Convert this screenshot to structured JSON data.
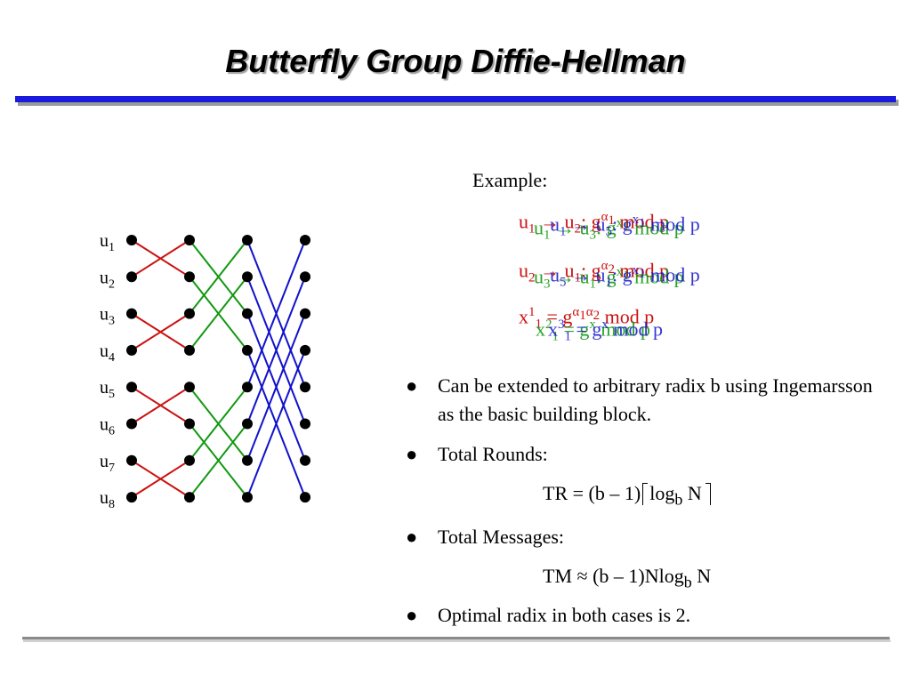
{
  "title": "Butterfly Group Diffie-Hellman",
  "colors": {
    "title_bar": "#1a1adc",
    "stage1": "#cc1111",
    "stage2": "#119911",
    "stage3": "#1111cc",
    "footer_line": "#8a8a8a"
  },
  "diagram": {
    "users": [
      "u",
      "u",
      "u",
      "u",
      "u",
      "u",
      "u",
      "u"
    ],
    "user_indices": [
      "1",
      "2",
      "3",
      "4",
      "5",
      "6",
      "7",
      "8"
    ]
  },
  "example": {
    "label": "Example:",
    "red_lines": [
      {
        "text": "u",
        "sub": "1",
        "arrow": "→",
        "target": "u",
        "target_sub": "2",
        "rest": ": g",
        "sup": "α",
        "sup_sub": "1",
        "tail": " mod p"
      },
      {
        "text": "u",
        "sub": "2",
        "arrow": "→",
        "target": "u",
        "target_sub": "1",
        "rest": ": g",
        "sup": "α",
        "sup_sub": "2",
        "tail": " mod p"
      },
      {
        "text": "x",
        "sup": "1",
        "sub": "1",
        "rest": " = g",
        "exp": "α",
        "exp_sub1": "1",
        "exp2": "α",
        "exp_sub2": "2",
        "tail": " mod p"
      }
    ],
    "green_lines": [
      {
        "text": "u",
        "sub": "1",
        "arrow": "→",
        "target": "u",
        "target_sub": "3",
        "rest": ": g",
        "sup": "x",
        "sup_sub": "1",
        "tail": " mod p"
      },
      {
        "text": "u",
        "sub": "3",
        "arrow": "→",
        "target": "u",
        "target_sub": "1",
        "rest": ": g",
        "sup": "x",
        "sup_sub": "1",
        "tail": " mod p"
      },
      {
        "text": "x",
        "sup": "2",
        "sub": "1",
        "rest": " = g",
        "exp": "x",
        "tail": " mod p"
      }
    ],
    "blue_lines": [
      {
        "text": "u",
        "sub": "1",
        "arrow": "→",
        "target": "u",
        "target_sub": "5",
        "rest": ": g",
        "sup": "x",
        "sup_sub": "1",
        "tail": " mod p"
      },
      {
        "text": "u",
        "sub": "5",
        "arrow": "→",
        "target": "u",
        "target_sub": "1",
        "rest": ": g",
        "sup": "x",
        "sup_sub": "1",
        "tail": " mod p"
      },
      {
        "text": "x",
        "sup": "3",
        "sub": "1",
        "rest": " = g",
        "exp": "x",
        "tail": " mod p"
      }
    ]
  },
  "bullets": [
    {
      "marker": "●",
      "text": "Can be extended to arbitrary radix b using Ingemarsson as the basic building block."
    },
    {
      "marker": "●",
      "text": "Total Rounds:"
    },
    {
      "marker": "●",
      "text": "Total Messages:"
    },
    {
      "marker": "●",
      "text": "Optimal radix in both cases is 2."
    }
  ],
  "formulas": {
    "rounds": {
      "lhs": "TR",
      "op": "=",
      "factor": "(b – 1)",
      "log": "log",
      "base": "b",
      "arg": "N"
    },
    "messages": {
      "lhs": "TM",
      "op": "≈",
      "factor": "(b – 1)N",
      "log": "log",
      "base": "b",
      "arg": "N"
    }
  }
}
